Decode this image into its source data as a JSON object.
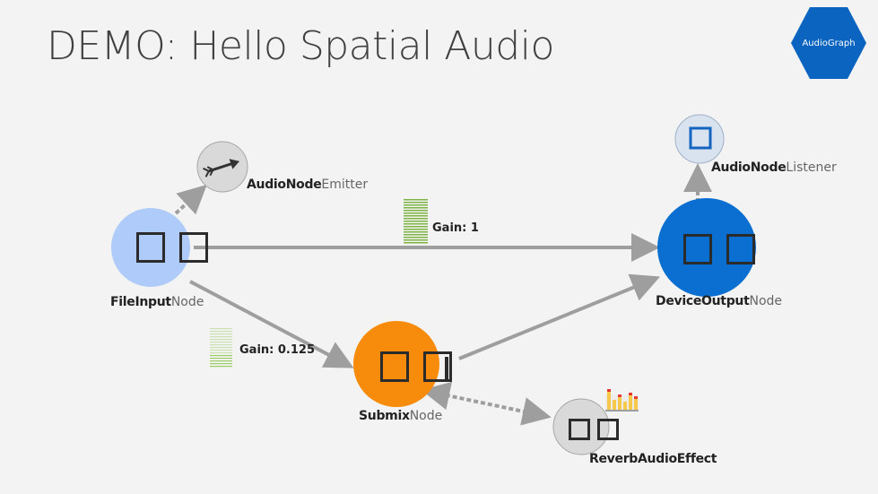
{
  "title": "DEMO: Hello Spatial Audio",
  "badge": "AudioGraph",
  "nodes": {
    "emitter": {
      "bold": "AudioNode",
      "suffix": "Emitter"
    },
    "listener": {
      "bold": "AudioNode",
      "suffix": "Listener"
    },
    "file_input": {
      "bold": "FileInput",
      "suffix": "Node"
    },
    "device_output": {
      "bold": "DeviceOutput",
      "suffix": "Node"
    },
    "submix": {
      "bold": "Submix",
      "suffix": "Node"
    },
    "reverb": {
      "bold": "ReverbAudioEffect",
      "suffix": ""
    }
  },
  "gains": {
    "main": "Gain: 1",
    "submix": "Gain: 0.125"
  },
  "colors": {
    "file_input": "#aecbfa",
    "device_output": "#0a6fd1",
    "submix": "#f78c0c",
    "gray_node": "#d9d9d9",
    "arrow": "#9e9e9e",
    "badge": "#0b64c0"
  }
}
